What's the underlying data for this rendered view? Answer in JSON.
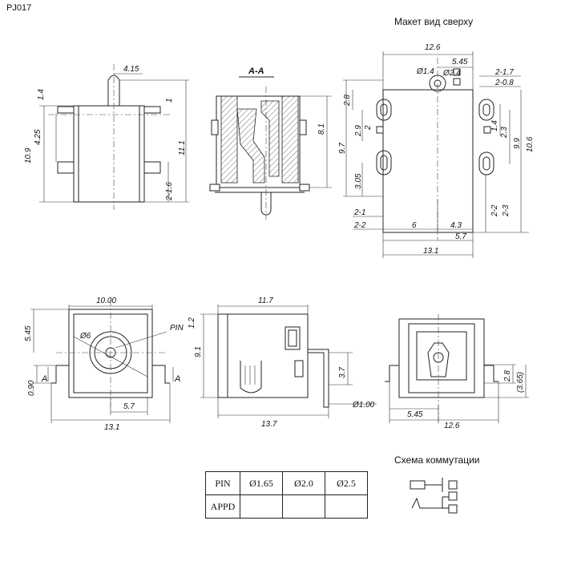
{
  "header": {
    "part_number": "PJ017",
    "top_view_title": "Макет вид сверху",
    "switching_title": "Схема коммутации"
  },
  "side_view": {
    "dims": [
      "4.15",
      "1.4",
      "4.25",
      "10.9",
      "11.1",
      "1",
      "2-1.6"
    ]
  },
  "section_view": {
    "title": "A-A",
    "dims": [
      "8.1"
    ]
  },
  "top_view": {
    "dims": [
      "12.6",
      "5.45",
      "2-1.7",
      "2-0.8",
      "Ø1.4",
      "Ø2.4",
      "2.8",
      "2.9",
      "2",
      "9.7",
      "1.4",
      "2.3",
      "9.9",
      "10.6",
      "3.05",
      "2-1",
      "2-2",
      "6",
      "4.3",
      "5.7",
      "13.1",
      "2-2",
      "2-3"
    ]
  },
  "front_view": {
    "dims": [
      "10.00",
      "5.45",
      "Ø6",
      "PIN",
      "1.2",
      "0.90",
      "A",
      "A",
      "5.7",
      "13.1"
    ]
  },
  "left_view": {
    "dims": [
      "11.7",
      "9.1",
      "3.7",
      "Ø1.00",
      "13.7"
    ]
  },
  "rear_view": {
    "dims": [
      "2.8",
      "(3.65)",
      "5.45",
      "12.6"
    ]
  },
  "pin_table": {
    "row1": [
      "PIN",
      "Ø1.65",
      "Ø2.0",
      "Ø2.5"
    ],
    "row2": [
      "APPD",
      "",
      "",
      ""
    ]
  }
}
